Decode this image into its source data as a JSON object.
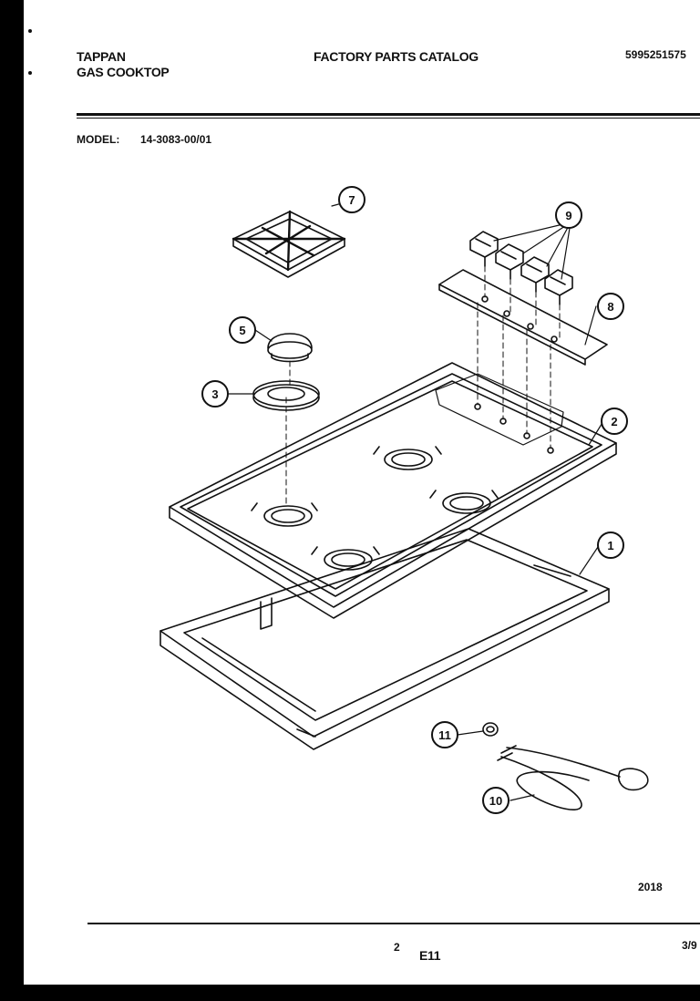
{
  "header": {
    "brand": "TAPPAN",
    "product": "GAS COOKTOP",
    "catalog_title": "FACTORY PARTS CATALOG",
    "catalog_number": "5995251575",
    "model_label": "MODEL:",
    "model_number": "14-3083-00/01"
  },
  "diagram": {
    "callouts": [
      "1",
      "2",
      "3",
      "5",
      "7",
      "8",
      "9",
      "10",
      "11"
    ],
    "figure_number": "2018"
  },
  "footer": {
    "page_number": "2",
    "section_code": "E11",
    "date_code": "3/9"
  }
}
